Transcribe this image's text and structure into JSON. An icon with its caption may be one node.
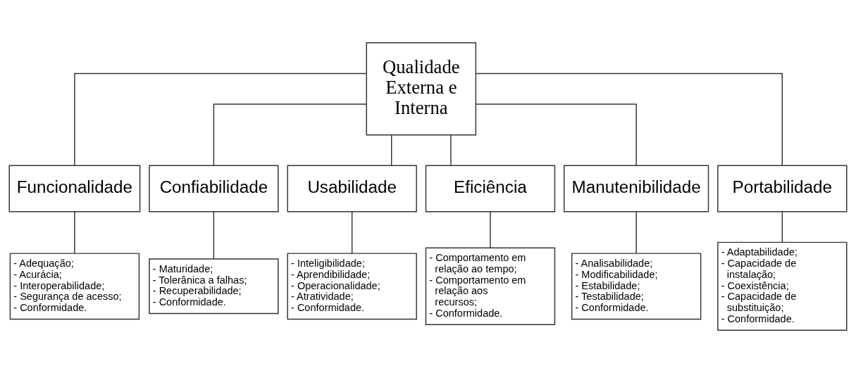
{
  "diagram": {
    "nodes": [
      {
        "text": [
          "Qualidade Externa e Interna"
        ]
      },
      {
        "text": [
          "Funcionalidade"
        ]
      },
      {
        "text": [
          "Confiabilidade"
        ]
      },
      {
        "text": [
          "Usabilidade"
        ]
      },
      {
        "text": [
          "Eficiência"
        ]
      },
      {
        "text": [
          "Manutenibilidade"
        ]
      },
      {
        "text": [
          "Portabilidade"
        ]
      },
      {
        "text": [
          "- Adequação;",
          "- Acurácia;",
          "- Interoperabilidade;",
          "- Segurança de acesso;",
          "- Conformidade."
        ]
      },
      {
        "text": [
          "- Maturidade;",
          "- Tolerânica a falhas;",
          "- Recuperabilidade;",
          "- Conformidade."
        ]
      },
      {
        "text": [
          "- Inteligibilidade;",
          "- Aprendibilidade;",
          "- Operacionalidade;",
          "- Atratividade;",
          "- Conformidade."
        ]
      },
      {
        "text": [
          "- Comportamento em relação ao tempo;",
          "- Comportamento em relação aos recursos;",
          "- Conformidade."
        ]
      },
      {
        "text": [
          "- Analisabilidade;",
          "- Modificabilidade;",
          "- Estabilidade;",
          "- Testabilidade;",
          "- Conformidade."
        ]
      },
      {
        "text": [
          "- Adaptabilidade;",
          "- Capacidade de instalação;",
          "- Coexistência;",
          "- Capacidade de substituição;",
          "- Conformidade."
        ]
      }
    ],
    "edges": [
      {
        "from": 0,
        "to": 1,
        "arrow": "none"
      },
      {
        "from": 0,
        "to": 2,
        "arrow": "none"
      },
      {
        "from": 0,
        "to": 3,
        "arrow": "none"
      },
      {
        "from": 0,
        "to": 4,
        "arrow": "none"
      },
      {
        "from": 0,
        "to": 5,
        "arrow": "none"
      },
      {
        "from": 0,
        "to": 6,
        "arrow": "none"
      },
      {
        "from": 1,
        "to": 7,
        "arrow": "none"
      },
      {
        "from": 2,
        "to": 8,
        "arrow": "none"
      },
      {
        "from": 3,
        "to": 9,
        "arrow": "none"
      },
      {
        "from": 4,
        "to": 10,
        "arrow": "none"
      },
      {
        "from": 5,
        "to": 11,
        "arrow": "none"
      },
      {
        "from": 6,
        "to": 12,
        "arrow": "none"
      }
    ]
  }
}
